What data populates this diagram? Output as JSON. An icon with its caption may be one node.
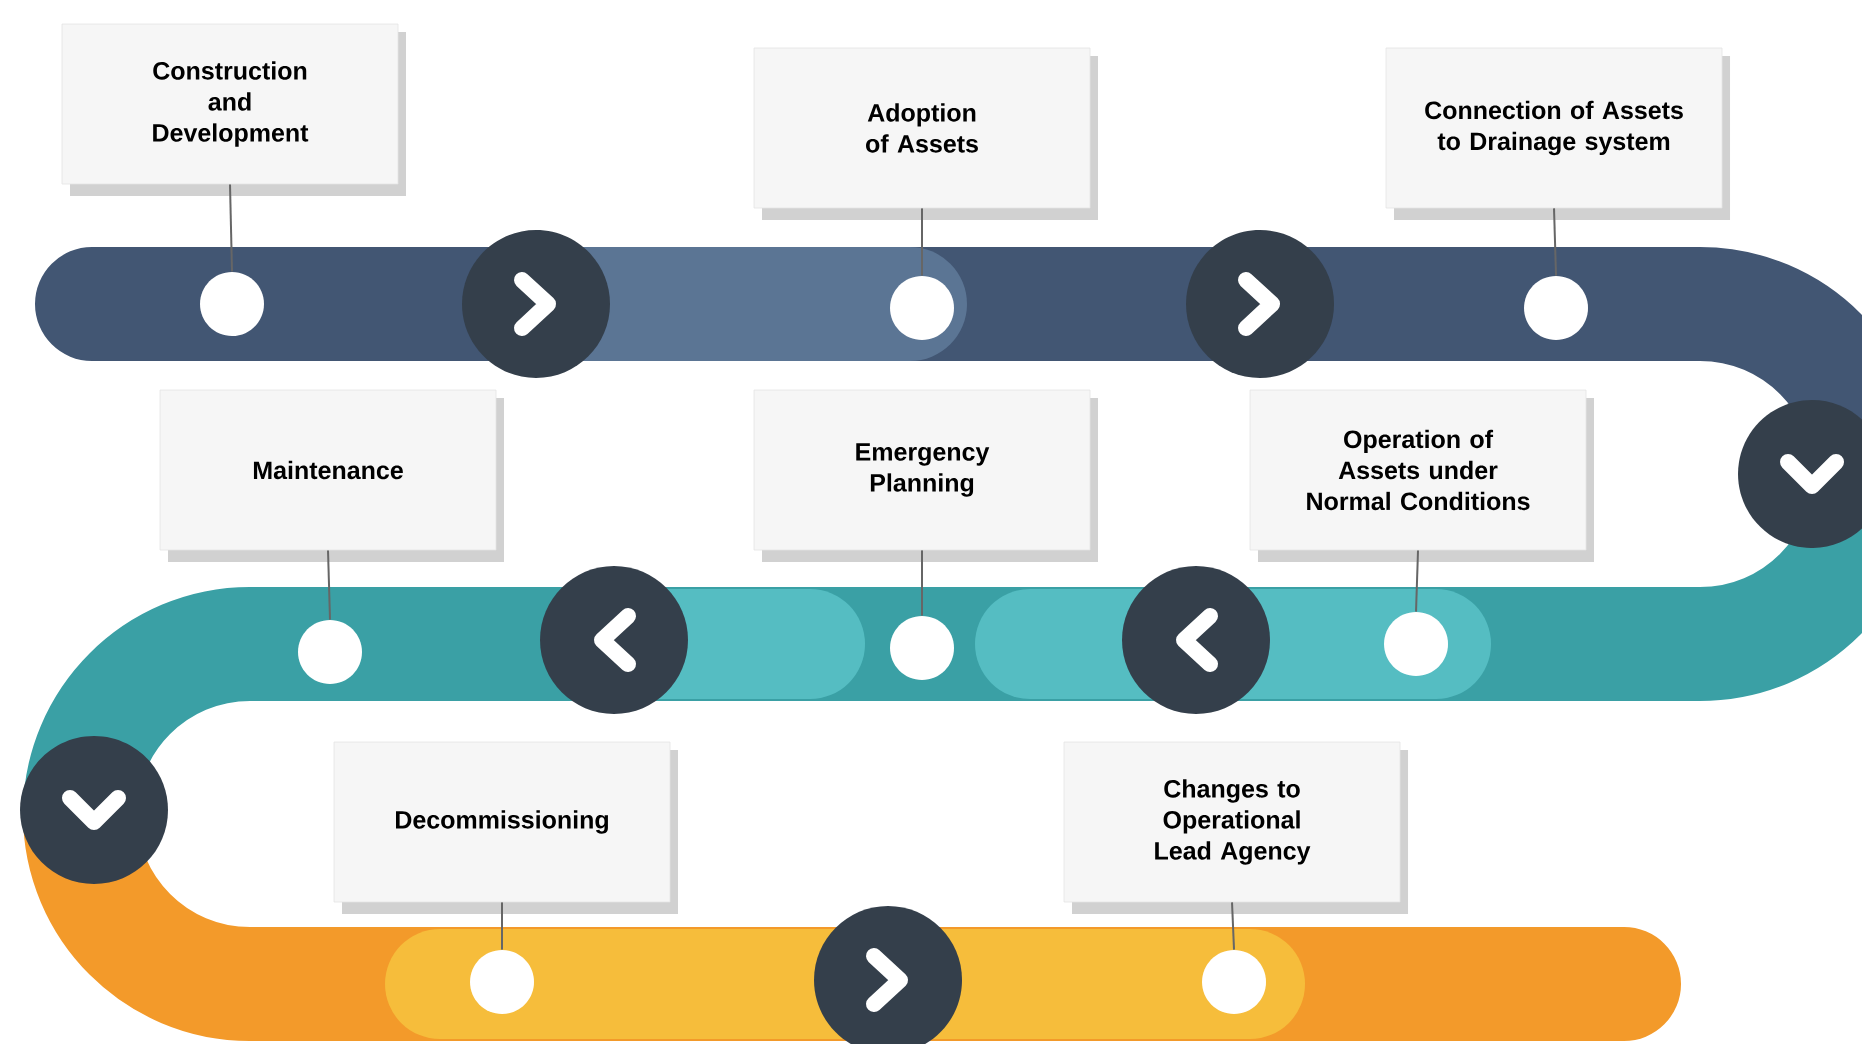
{
  "diagram": {
    "nodes": [
      {
        "text": [
          "Construction and Development"
        ]
      },
      {
        "text": [
          "Adoption of Assets"
        ]
      },
      {
        "text": [
          "Connection of Assets to Drainage system"
        ]
      },
      {
        "text": [
          "Maintenance"
        ]
      },
      {
        "text": [
          "Emergency Planning"
        ]
      },
      {
        "text": [
          "Operation of Assets under Normal Conditions"
        ]
      },
      {
        "text": [
          "Decommissioning"
        ]
      },
      {
        "text": [
          "Changes to Operational Lead Agency"
        ]
      },
      {
        "text": [],
        "shape": "circle"
      },
      {
        "text": [],
        "shape": "circle"
      },
      {
        "text": [],
        "shape": "circle"
      },
      {
        "text": [],
        "shape": "circle"
      },
      {
        "text": [],
        "shape": "circle"
      },
      {
        "text": [],
        "shape": "circle"
      },
      {
        "text": [],
        "shape": "circle"
      },
      {
        "text": [],
        "shape": "circle"
      }
    ],
    "edges": [
      {
        "from": 0,
        "to": 8,
        "arrow": "none"
      },
      {
        "from": 1,
        "to": 9,
        "arrow": "none"
      },
      {
        "from": 2,
        "to": 10,
        "arrow": "none"
      },
      {
        "from": 3,
        "to": 11,
        "arrow": "none"
      },
      {
        "from": 4,
        "to": 12,
        "arrow": "none"
      },
      {
        "from": 5,
        "to": 13,
        "arrow": "none"
      },
      {
        "from": 6,
        "to": 14,
        "arrow": "none"
      },
      {
        "from": 7,
        "to": 15,
        "arrow": "none"
      }
    ]
  }
}
